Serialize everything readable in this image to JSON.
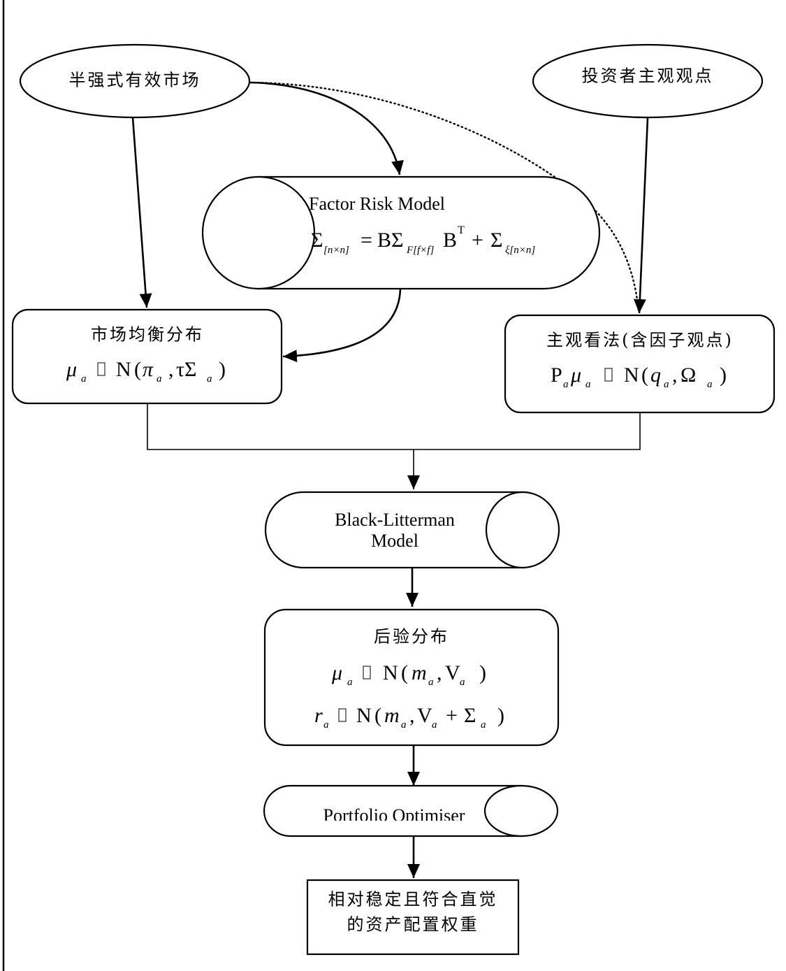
{
  "diagram": {
    "nodes": {
      "efficient_market": {
        "label": "半强式有效市场"
      },
      "investor_views": {
        "label": "投资者主观观点"
      },
      "factor_risk_model": {
        "title": "Factor Risk Model",
        "formula": {
          "lhs": "Σ",
          "lhs_sub": "[n×n]",
          "eq": "=",
          "b1": "BΣ",
          "f_sub": "F[f×f]",
          "b2": "B",
          "t_sup": "T",
          "plus": "+",
          "sigma2": "Σ",
          "xi_sub": "ξ[n×n]"
        }
      },
      "market_equilibrium": {
        "label": "市场均衡分布",
        "formula": {
          "mu": "μ",
          "a": "a",
          "N": "N",
          "lp": "(",
          "pi": "π",
          "comma": ",",
          "tauSigma": "τΣ",
          "rp": ")"
        }
      },
      "subjective_views": {
        "label": "主观看法(含因子观点)",
        "formula": {
          "P": "P",
          "a": "a",
          "mu": "μ",
          "N": "N",
          "lp": "(",
          "q": "q",
          "comma": ",",
          "Omega": "Ω",
          "rp": ")"
        }
      },
      "black_litterman": {
        "line1": "Black-Litterman",
        "line2": "Model"
      },
      "posterior": {
        "label": "后验分布",
        "formula1": {
          "mu": "μ",
          "a": "a",
          "N": "N",
          "lp": "(",
          "m": "m",
          "comma": ",",
          "V": "V",
          "rp": ")"
        },
        "formula2": {
          "r": "r",
          "a": "a",
          "N": "N",
          "lp": "(",
          "m": "m",
          "comma": ",",
          "V": "V",
          "plus": "+",
          "Sigma": "Σ",
          "rp": ")"
        }
      },
      "portfolio_optimiser": {
        "label": "Portfolio Optimiser"
      },
      "result": {
        "line1": "相对稳定且符合直觉",
        "line2": "的资产配置权重"
      }
    },
    "edges": [
      {
        "from": "efficient_market",
        "to": "market_equilibrium",
        "style": "solid"
      },
      {
        "from": "efficient_market",
        "to": "factor_risk_model",
        "style": "solid"
      },
      {
        "from": "efficient_market",
        "to": "subjective_views",
        "style": "dotted"
      },
      {
        "from": "investor_views",
        "to": "subjective_views",
        "style": "solid"
      },
      {
        "from": "factor_risk_model",
        "to": "market_equilibrium",
        "style": "solid"
      },
      {
        "from": "market_equilibrium",
        "to": "black_litterman",
        "style": "solid"
      },
      {
        "from": "subjective_views",
        "to": "black_litterman",
        "style": "solid"
      },
      {
        "from": "black_litterman",
        "to": "posterior",
        "style": "solid"
      },
      {
        "from": "posterior",
        "to": "portfolio_optimiser",
        "style": "solid"
      },
      {
        "from": "portfolio_optimiser",
        "to": "result",
        "style": "solid"
      }
    ]
  }
}
